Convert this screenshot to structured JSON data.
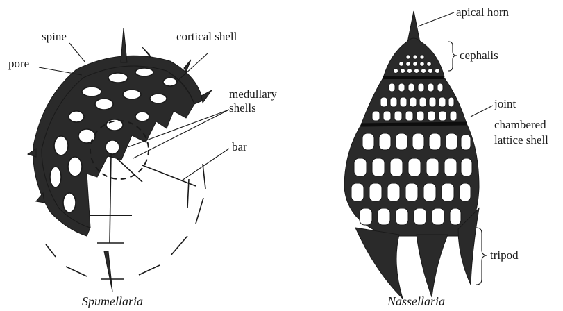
{
  "spumellaria": {
    "caption": "Spumellaria",
    "labels": {
      "spine": "spine",
      "pore": "pore",
      "cortical_shell": "cortical shell",
      "medullary_1": "medullary",
      "medullary_2": "shells",
      "bar": "bar"
    }
  },
  "nassellaria": {
    "caption": "Nassellaria",
    "labels": {
      "apical_horn": "apical horn",
      "cephalis": "cephalis",
      "joint": "joint",
      "chambered_1": "chambered",
      "chambered_2": "lattice shell",
      "tripod": "tripod"
    }
  },
  "colors": {
    "ink": "#1a1a1a",
    "shade": "#2a2a2a",
    "paper": "#ffffff"
  }
}
